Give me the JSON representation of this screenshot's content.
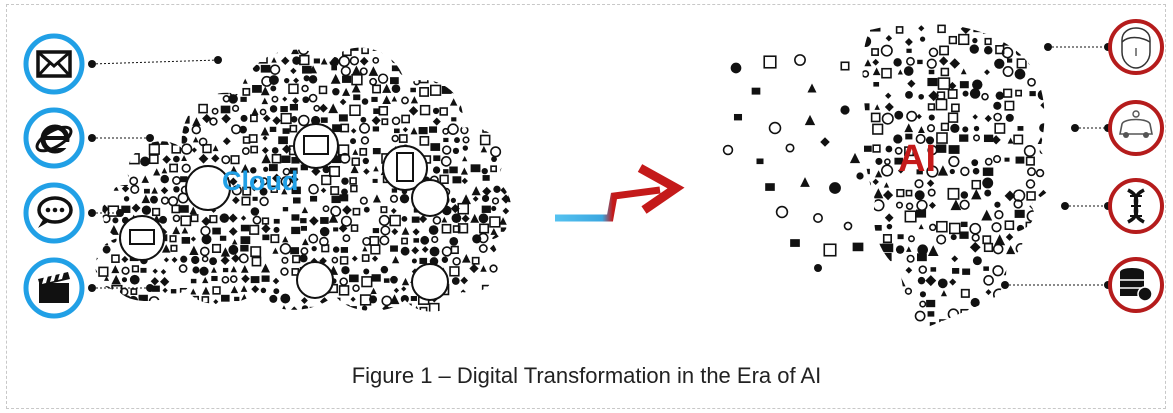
{
  "figure": {
    "caption": "Figure 1 – Digital Transformation in the Era of AI",
    "cloud_label": "Cloud",
    "ai_label": "AI"
  },
  "left_icons": [
    {
      "name": "mail-icon"
    },
    {
      "name": "internet-explorer-icon"
    },
    {
      "name": "chat-bubble-icon"
    },
    {
      "name": "clapperboard-icon"
    }
  ],
  "right_icons": [
    {
      "name": "face-recognition-icon"
    },
    {
      "name": "self-driving-car-icon"
    },
    {
      "name": "dna-icon"
    },
    {
      "name": "database-icon"
    }
  ],
  "colors": {
    "cloud_accent": "#21a0e6",
    "ai_accent": "#c41a1a",
    "icon_fill": "#111111"
  }
}
